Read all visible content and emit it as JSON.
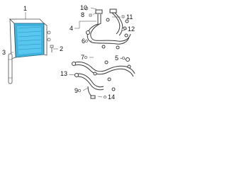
{
  "colors": {
    "condenser_fill": "#3fb2de",
    "condenser_core": "#57c7ef",
    "line": "#3a3a3a",
    "outline": "#4a4a4a",
    "background": "#ffffff"
  },
  "callouts": {
    "c1": "1",
    "c2": "2",
    "c3": "3",
    "c4": "4",
    "c5": "5",
    "c6": "6",
    "c7": "7",
    "c8": "8",
    "c9": "9",
    "c10": "10",
    "c11": "11",
    "c12": "12",
    "c13": "13",
    "c14": "14"
  }
}
